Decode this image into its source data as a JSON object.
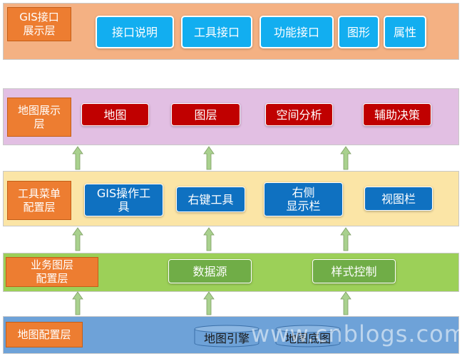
{
  "colors": {
    "interface_band": "#f4b183",
    "display_band": "#e2bfe3",
    "tool_band": "#fbe5a6",
    "business_band": "#9cd058",
    "config_band": "#6ea2d8",
    "label_bg": "#ed7d31",
    "cyan_box": "#12aef0",
    "red_box": "#c00000",
    "blue_box": "#0f71c1",
    "green_box": "#70ad47",
    "arrow": "#a9d18e"
  },
  "layers": {
    "interface": {
      "label": "GIS接口\n展示层",
      "items": [
        "接口说明",
        "工具接口",
        "功能接口",
        "图形",
        "属性"
      ]
    },
    "display": {
      "label": "地图展示\n层",
      "items": [
        "地图",
        "图层",
        "空间分析",
        "辅助决策"
      ]
    },
    "tool": {
      "label": "工具菜单\n配置层",
      "items": [
        "GIS操作工\n具",
        "右键工具",
        "右侧\n显示栏",
        "视图栏"
      ]
    },
    "business": {
      "label": "业务图层\n配置层",
      "items": [
        "数据源",
        "样式控制"
      ]
    },
    "config": {
      "label": "地图配置层",
      "items": [
        "地图引擎",
        "地图底图"
      ]
    }
  },
  "watermark": "www.cnblogs.com"
}
